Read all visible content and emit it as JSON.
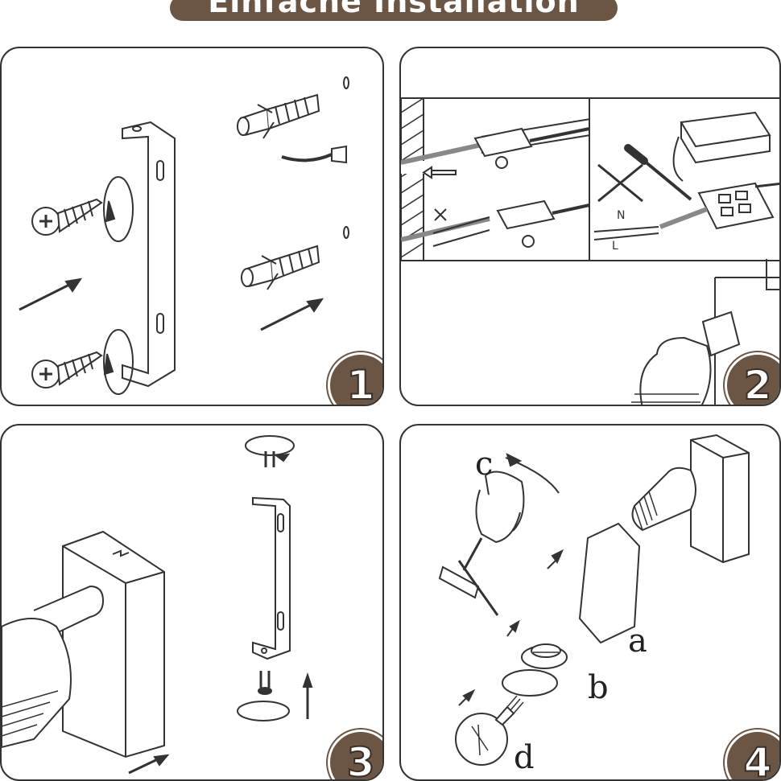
{
  "title": "Einfache Installation",
  "steps": [
    {
      "number": "1"
    },
    {
      "number": "2"
    },
    {
      "number": "3"
    },
    {
      "number": "4"
    }
  ],
  "parts": {
    "a": "a",
    "b": "b",
    "c": "c",
    "d": "d"
  },
  "colors": {
    "accent": "#6b5646",
    "line": "#333333"
  }
}
